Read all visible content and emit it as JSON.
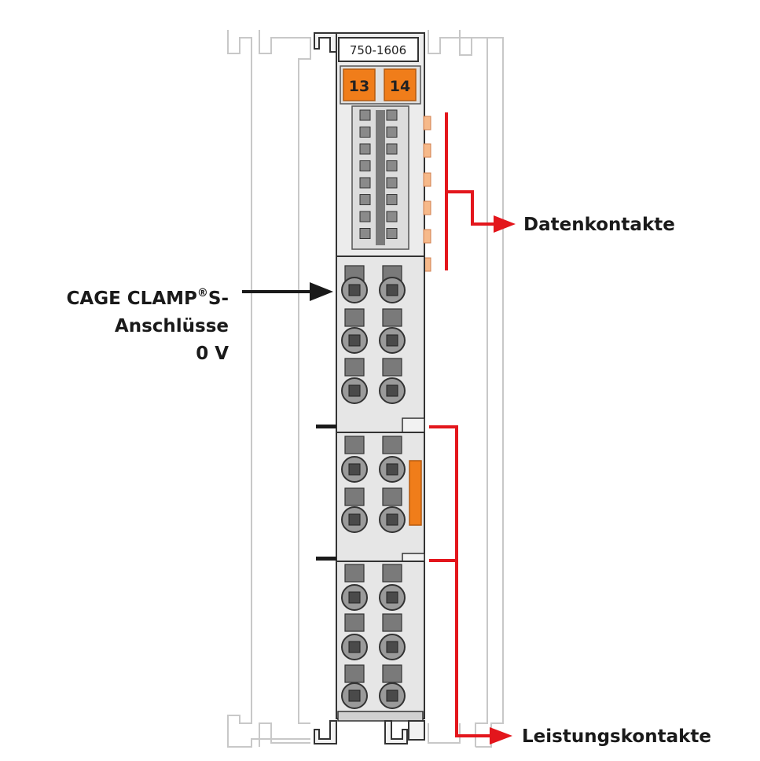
{
  "module": {
    "part_number": "750-1606",
    "leds": [
      "13",
      "14"
    ]
  },
  "labels": {
    "data_contacts": "Datenkontakte",
    "power_contacts": "Leistungskontakte",
    "cage_clamp_line1_prefix": "CAGE CLAMP",
    "cage_clamp_line1_reg": "®",
    "cage_clamp_line1_suffix": "S-",
    "cage_clamp_line2": "Anschlüsse",
    "cage_clamp_line3": "0 V"
  },
  "colors": {
    "housing_fill": "#e6e6e6",
    "housing_stroke": "#4a4a4a",
    "ghost_outline": "#c8c8c8",
    "terminal_grey": "#7a7a7a",
    "led_orange": "#f07d1a",
    "contact_orange": "#f6b98a",
    "callout_red": "#e3161c",
    "callout_black": "#1a1a1a"
  }
}
